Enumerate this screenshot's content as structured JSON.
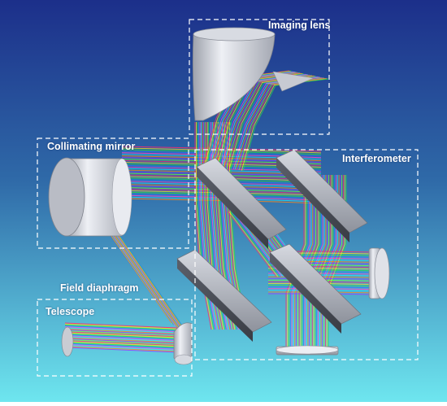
{
  "labels": {
    "imaging_lens": "Imaging lens",
    "collimating_mirror": "Collimating mirror",
    "interferometer": "Interferometer",
    "field_diaphragm": "Field diaphragm",
    "telescope": "Telescope"
  },
  "colors": {
    "background_top": "#1c2f8a",
    "background_bottom": "#6ee6ef",
    "optics_light": "#e6e8ef",
    "optics_dark": "#8a8d97",
    "frame_dash": "#ffffff"
  },
  "ray_colors": [
    "#ff2a6d",
    "#ffe11a",
    "#27e04a",
    "#2a7bff",
    "#ff4bd8",
    "#2ae6ff",
    "#ff8a1a",
    "#9a3cff",
    "#7dff3a"
  ]
}
